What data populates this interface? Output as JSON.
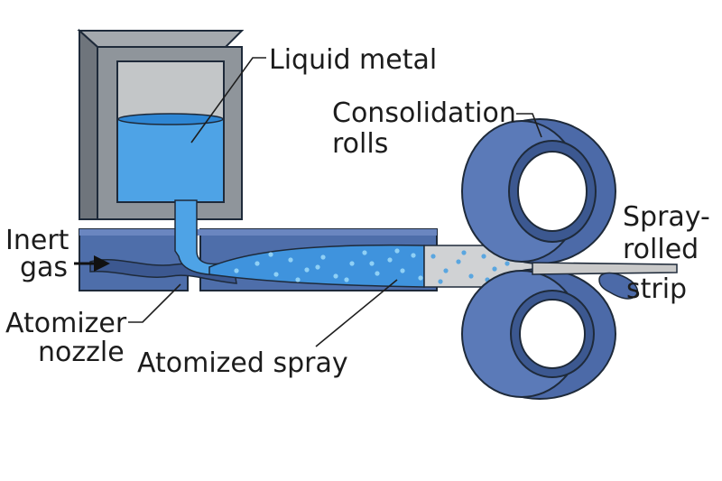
{
  "labels": {
    "liquid_metal": "Liquid metal",
    "consolidation_line1": "Consolidation",
    "consolidation_line2": "rolls",
    "inert_line1": "Inert",
    "inert_line2": "gas",
    "spray_rolled_line1": "Spray-",
    "spray_rolled_line2": "rolled",
    "spray_rolled_line3": "strip",
    "atomizer_line1": "Atomizer",
    "atomizer_line2": "nozzle",
    "atomized_spray": "Atomized spray"
  },
  "colors": {
    "crucible_frame": "#8f959b",
    "crucible_inner": "#c3c6c8",
    "liquid_metal": "#4ea3e6",
    "nozzle_body": "#4e6eaa",
    "spray_droplets": "#8fd0f5",
    "roll_outer": "#4c6aa8",
    "roll_inner": "#3c5890",
    "strip": "#c9c9c9",
    "outline": "#1e2a3a"
  }
}
